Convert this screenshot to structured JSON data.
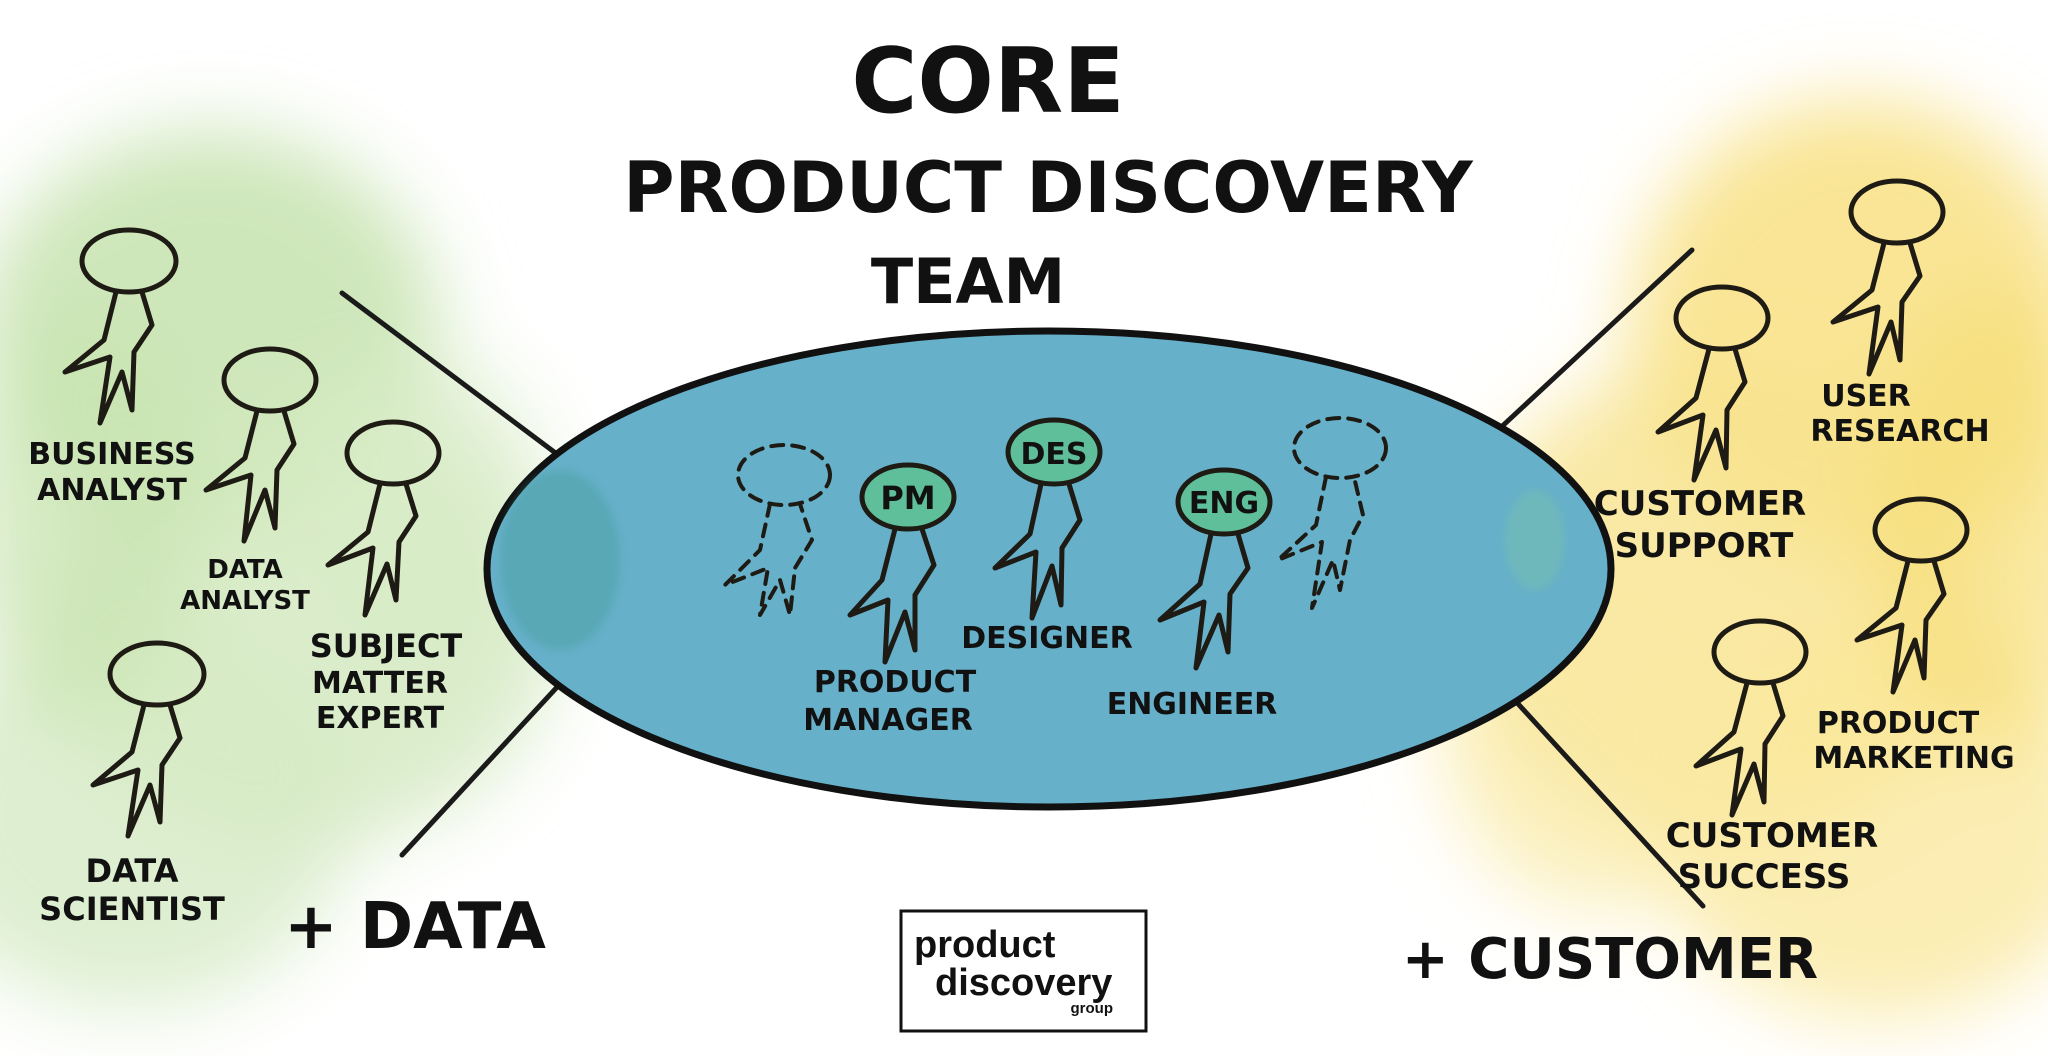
{
  "title": {
    "line1": "CORE",
    "line2": "PRODUCT DISCOVERY",
    "line3": "TEAM"
  },
  "colors": {
    "core": "#66b0c9",
    "core_outline": "#111111",
    "head_fill": "#5fbf9b",
    "data_wash": "#c8e3b3",
    "customer_wash": "#f6e28a",
    "ink": "#1e1a14"
  },
  "core_team": [
    {
      "badge": "PM",
      "label": [
        "PRODUCT",
        "MANAGER"
      ]
    },
    {
      "badge": "DES",
      "label": [
        "DESIGNER"
      ]
    },
    {
      "badge": "ENG",
      "label": [
        "ENGINEER"
      ]
    }
  ],
  "data_group": {
    "label": "+ DATA",
    "members": [
      {
        "label": [
          "BUSINESS",
          "ANALYST"
        ]
      },
      {
        "label": [
          "DATA",
          "ANALYST"
        ]
      },
      {
        "label": [
          "SUBJECT",
          "MATTER",
          "EXPERT"
        ]
      },
      {
        "label": [
          "DATA",
          "SCIENTIST"
        ]
      }
    ]
  },
  "customer_group": {
    "label": "+ CUSTOMER",
    "members": [
      {
        "label": [
          "CUSTOMER",
          "SUPPORT"
        ]
      },
      {
        "label": [
          "USER",
          "RESEARCH"
        ]
      },
      {
        "label": [
          "PRODUCT",
          "MARKETING"
        ]
      },
      {
        "label": [
          "CUSTOMER",
          "SUCCESS"
        ]
      }
    ]
  },
  "logo": {
    "line1": "product",
    "line2": "discovery",
    "line3": "group"
  }
}
